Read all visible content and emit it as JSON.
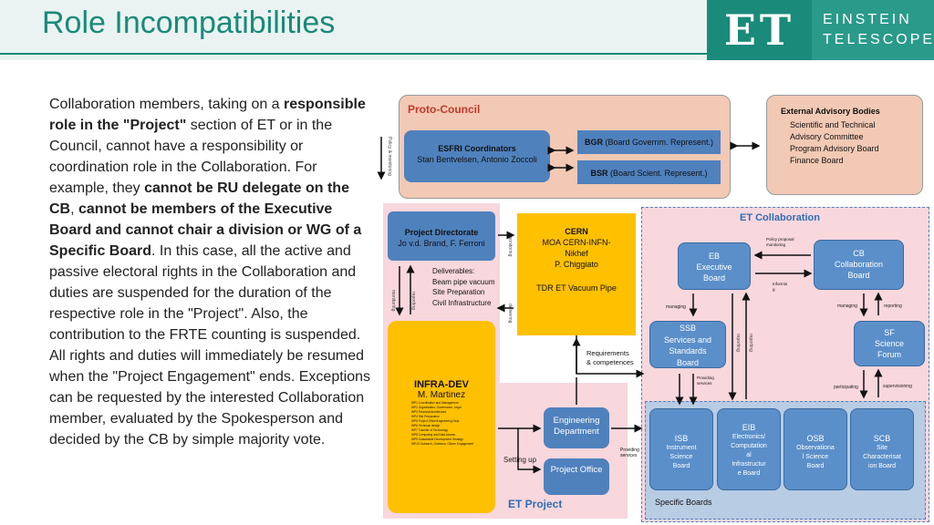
{
  "title": "Role Incompatibilities",
  "logo": {
    "letters": "ET",
    "line1": "EINSTEIN",
    "line2": "TELESCOPE"
  },
  "body": {
    "p1": "Collaboration members, taking on a ",
    "p2": "responsible role in the \"Project\"",
    "p3": " section of ET or in the Council, cannot have a responsibility or coordination role in the Collaboration. For example, they ",
    "p4": "cannot be RU delegate on the CB",
    "p5": ", ",
    "p6": "cannot be members of the Executive Board and cannot chair a division or WG of a Specific Board",
    "p7": ". In this case, all the active and passive electoral rights in the Collaboration and duties are suspended for the duration of the respective role in the \"Project\". Also, the contribution to the FRTE counting is suspended.",
    "p8": "All rights and duties will immediately be resumed when the \"Project Engagement\" ends. Exceptions can be requested by the interested Collaboration member, evaluated by the Spokesperson and decided by the CB by simple majority vote."
  },
  "diagram": {
    "proto_council": "Proto-Council",
    "esfri_title": "ESFRI Coordinators",
    "esfri_names": "Stan Bentvelsen, Antonio Zoccoli",
    "bgr_abbr": "BGR",
    "bgr_full": "(Board Governm. Represent.)",
    "bsr_abbr": "BSR",
    "bsr_full": "(Board Scient. Represent.)",
    "policy_monitoring": "Policy & monitoring",
    "ext_title": "External Advisory Bodies",
    "ext_items": [
      "Scientific and Technical",
      "Advisory Committee",
      "Program Advisory Board",
      "Finance Board"
    ],
    "et_collab": "ET Collaboration",
    "pd_title": "Project Directorate",
    "pd_names": "Jo v.d. Brand, F. Ferroni",
    "deliverables": [
      "Deliverables:",
      "Beam pipe vacuum",
      "Site Preparation",
      "Civil Infrastructure"
    ],
    "monitoring": "monitoring",
    "reporting": "reporting",
    "delivering": "delivering",
    "cern_title": "CERN",
    "cern_lines": [
      "MOA CERN-INFN-",
      "Nikhef",
      "P. Chiggiato"
    ],
    "cern_tdr": "TDR ET Vacuum Pipe",
    "infra_title": "INFRA-DEV",
    "infra_name": "M. Martinez",
    "infra_items": [
      "WP1 Coordination and Management",
      "WP2 Organisation, Governance, Legal",
      "WP3 Financial Architecture",
      "WP4 Site Preparation",
      "WP5 Project Office/Engineering Dept",
      "WP6 Technical design",
      "WP7 Transfer of Technology",
      "WP8 Computing and Data Access",
      "WP9 Sustainable Development Strategy",
      "WP10 Outreach, Outreach, Citizen Engagement"
    ],
    "requirements": [
      "Requirements",
      "& competences"
    ],
    "eng_dept": "Engineering Department",
    "setting_up": "Setting up",
    "proj_office": "Project Office",
    "et_project": "ET Project",
    "providing_services": [
      "Providing",
      "services"
    ],
    "eb": [
      "EB",
      "Executive",
      "Board"
    ],
    "cb": [
      "CB",
      "Collaboration",
      "Board"
    ],
    "policy_proposal": [
      "Policy proposal",
      "monitoring"
    ],
    "informing": [
      "Informin",
      "g"
    ],
    "managing": "managing",
    "managing2": "managing",
    "reporting2": "reporting",
    "ssb": [
      "SSB",
      "Services and",
      "Standards",
      "Board"
    ],
    "sf": [
      "SF",
      "Science",
      "Forum"
    ],
    "providing_services2": [
      "Providing",
      "services"
    ],
    "participating": "participating",
    "supervisioning": "supervisioning",
    "isb": [
      "ISB",
      "Instrument",
      "Science",
      "Board"
    ],
    "eib": [
      "EIB",
      "Electronics/",
      "Computation",
      "al",
      "Infrastructur",
      "e Board"
    ],
    "osb": [
      "OSB",
      "Observationa",
      "l Science",
      "Board"
    ],
    "scb": [
      "SCB",
      "Site",
      "Characterisat",
      "ion Board"
    ],
    "specific_boards": "Specific Boards"
  }
}
